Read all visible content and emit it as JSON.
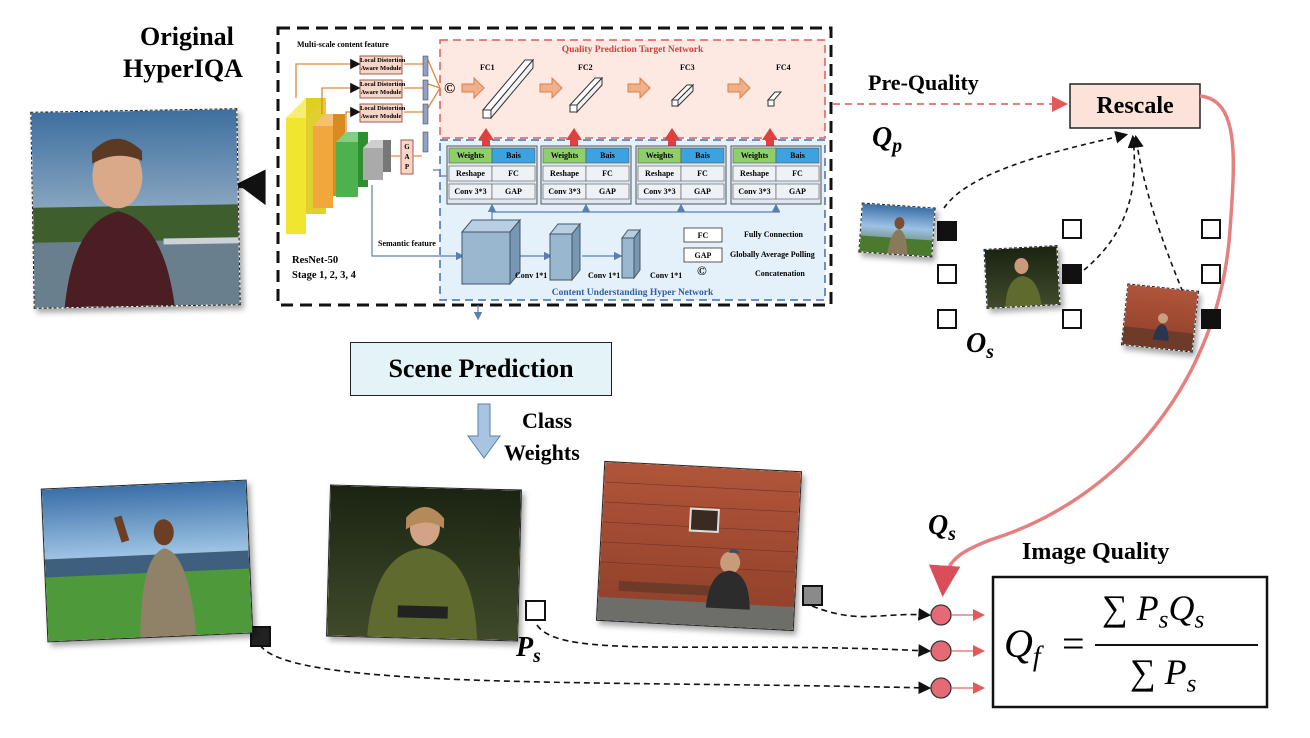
{
  "original": {
    "title_line1": "Original",
    "title_line2": "HyperIQA"
  },
  "network": {
    "multiscale_label": "Multi-scale content feature",
    "ldam": [
      "Local Distortion",
      "Aware Module"
    ],
    "gap_vertical": [
      "G",
      "A",
      "P"
    ],
    "concat_symbol": "©",
    "target_title": "Quality Prediction Target Network",
    "fc_labels": [
      "FC1",
      "FC2",
      "FC3",
      "FC4"
    ],
    "blocks": [
      {
        "weights": "Weights",
        "bias": "Bais",
        "reshape": "Reshape",
        "fc": "FC",
        "conv": "Conv 3*3",
        "gap": "GAP"
      },
      {
        "weights": "Weights",
        "bias": "Bais",
        "reshape": "Reshape",
        "fc": "FC",
        "conv": "Conv 3*3",
        "gap": "GAP"
      },
      {
        "weights": "Weights",
        "bias": "Bais",
        "reshape": "Reshape",
        "fc": "FC",
        "conv": "Conv 3*3",
        "gap": "GAP"
      },
      {
        "weights": "Weights",
        "bias": "Bais",
        "reshape": "Reshape",
        "fc": "FC",
        "conv": "Conv 3*3",
        "gap": "GAP"
      }
    ],
    "semantic_label": "Semantic feature",
    "resnet_line1": "ResNet-50",
    "resnet_line2": "Stage 1, 2, 3, 4",
    "conv_labels": [
      "Conv 1*1",
      "Conv 1*1",
      "Conv 1*1"
    ],
    "legend": {
      "fc_key": "FC",
      "fc_val": "Fully Connection",
      "gap_key": "GAP",
      "gap_val": "Globally Average Polling",
      "concat_key": "©",
      "concat_val": "Concatenation"
    },
    "hyper_title": "Content Understanding Hyper Network"
  },
  "pre_quality": "Pre-Quality",
  "q_p": {
    "main": "Q",
    "sub": "p"
  },
  "rescale": "Rescale",
  "o_s": {
    "main": "O",
    "sub": "s"
  },
  "scene_prediction": "Scene Prediction",
  "class_weights": {
    "line1": "Class",
    "line2": "Weights"
  },
  "q_s": {
    "main": "Q",
    "sub": "s"
  },
  "image_quality": "Image Quality",
  "p_s": {
    "main": "P",
    "sub": "s"
  },
  "formula": {
    "lhs_main": "Q",
    "lhs_sub": "f",
    "eq": "=",
    "num": "∑ P",
    "num_sub": "s",
    "num2": "Q",
    "num2_sub": "s",
    "den": "∑ P",
    "den_sub": "s"
  },
  "colors": {
    "target_bg": "#fde8e2",
    "target_border": "#e05a5a",
    "hyper_bg": "#e4f1fa",
    "hyper_border": "#3d6fb5",
    "rescale_bg": "#fbe3d9",
    "scene_bg": "#e3f3f8",
    "pink_line": "#e58080",
    "node": "#e66a75",
    "weights_green": "#8fcf6a",
    "bias_blue": "#3ca3e0"
  }
}
